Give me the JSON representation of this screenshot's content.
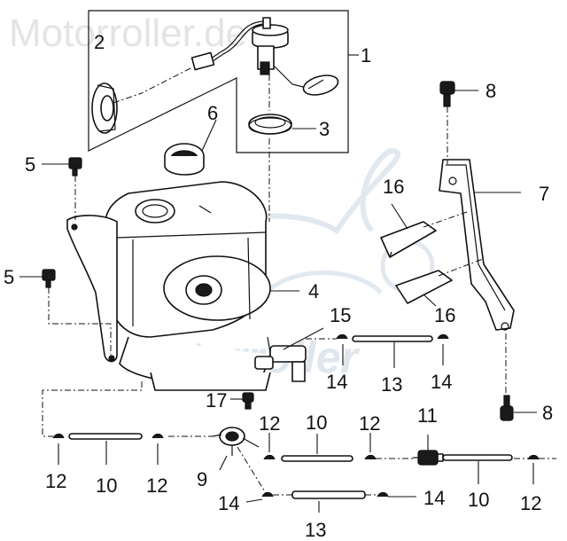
{
  "watermarks": {
    "top": "Motorroller.de",
    "center": "Motorroller"
  },
  "callouts": {
    "p1": "1",
    "p2": "2",
    "p3": "3",
    "p4": "4",
    "p5a": "5",
    "p5b": "5",
    "p6": "6",
    "p7": "7",
    "p8a": "8",
    "p8b": "8",
    "p9": "9",
    "p10a": "10",
    "p10b": "10",
    "p10c": "10",
    "p11": "11",
    "p12a": "12",
    "p12b": "12",
    "p12c": "12",
    "p12d": "12",
    "p12e": "12",
    "p13a": "13",
    "p13b": "13",
    "p14a": "14",
    "p14b": "14",
    "p14c": "14",
    "p14d": "14",
    "p15": "15",
    "p16a": "16",
    "p16b": "16",
    "p17": "17"
  },
  "colors": {
    "ink": "#111111",
    "watermark": "#e4e4e4",
    "logo": "#dfe6ee"
  }
}
